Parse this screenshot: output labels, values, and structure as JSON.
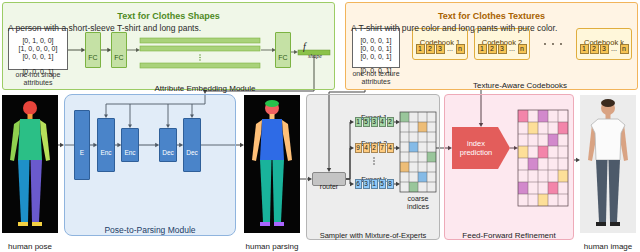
{
  "diagram": {
    "nodes": [
      {
        "text": [
          "Text for Clothes Shapes",
          "A person with a short-sleeve T-shirt and long pants."
        ]
      },
      {
        "text": [
          "[0, 1, 0, 0]",
          "[1, 0, 0, 0, 0]",
          "[0, 0, 0, 1]",
          "[0, 0, 0, 1]"
        ],
        "in": 0
      },
      {
        "text": [
          "FC"
        ],
        "in": 0
      },
      {
        "text": [
          "FC"
        ],
        "in": 0
      },
      {
        "text": [
          "FC"
        ],
        "in": 0
      },
      {
        "text": [
          "Text for Clothes Textures",
          "A T-shirt with pure color and long pants with pure color."
        ]
      },
      {
        "text": [
          "[0, 0, 0, 1]",
          "[0, 0, 0, 1]",
          "[0, 0, 0, 1]",
          "[0, 0, 0, 1]"
        ],
        "in": 5
      },
      {
        "text": [
          "Codebook 1",
          "1",
          "2",
          "3",
          "...",
          "n"
        ],
        "in": 5
      },
      {
        "text": [
          "Codebook 2",
          "1",
          "2",
          "3",
          "...",
          "n"
        ],
        "in": 5
      },
      {
        "text": [
          "Codebook k",
          "1",
          "2",
          "3",
          "...",
          "n"
        ],
        "in": 5
      },
      {
        "text": [
          "human pose"
        ]
      },
      {
        "text": [
          "Pose-to-Parsing Module"
        ]
      },
      {
        "text": [
          "E"
        ],
        "in": 11
      },
      {
        "text": [
          "Enc"
        ],
        "in": 11
      },
      {
        "text": [
          "Enc"
        ],
        "in": 11
      },
      {
        "text": [
          "Dec"
        ],
        "in": 11
      },
      {
        "text": [
          "Dec"
        ],
        "in": 11
      },
      {
        "text": [
          "human parsing"
        ]
      },
      {
        "text": [
          "Sampler with Mixture-of-Experts"
        ]
      },
      {
        "text": [
          "router"
        ],
        "in": 18
      },
      {
        "text": [
          "Expert 1",
          "1",
          "5",
          "3",
          "4",
          "2"
        ],
        "in": 18
      },
      {
        "text": [
          "Expert 2",
          "9",
          "4",
          "2",
          "7",
          "4"
        ],
        "in": 18
      },
      {
        "text": [
          "Expert k",
          "6",
          "3",
          "1",
          "5",
          "8"
        ],
        "in": 18
      },
      {
        "text": [
          "coarse indices"
        ],
        "in": 18
      },
      {
        "text": [
          "Feed-Forward Refinement"
        ]
      },
      {
        "text": [
          "index prediction"
        ],
        "in": 24
      },
      {
        "text": [
          "human image"
        ]
      }
    ],
    "edges": [
      {
        "from": 1,
        "to": 2,
        "arrow": "to"
      },
      {
        "from": 2,
        "to": 3,
        "arrow": "to"
      },
      {
        "from": 0,
        "to": 11,
        "arrow": "to"
      },
      {
        "from": 10,
        "to": 11,
        "arrow": "to"
      },
      {
        "from": 12,
        "to": 13,
        "arrow": "to"
      },
      {
        "from": 13,
        "to": 14,
        "arrow": "to"
      },
      {
        "from": 14,
        "to": 15,
        "arrow": "to"
      },
      {
        "from": 15,
        "to": 16,
        "arrow": "to"
      },
      {
        "from": 11,
        "to": 17,
        "arrow": "to"
      },
      {
        "from": 17,
        "to": 19,
        "arrow": "to"
      },
      {
        "from": 5,
        "to": 19,
        "arrow": "to"
      },
      {
        "from": 19,
        "to": 20,
        "arrow": "to"
      },
      {
        "from": 19,
        "to": 21,
        "arrow": "to"
      },
      {
        "from": 19,
        "to": 22,
        "arrow": "to"
      },
      {
        "from": 20,
        "to": 23,
        "arrow": "to"
      },
      {
        "from": 21,
        "to": 23,
        "arrow": "to"
      },
      {
        "from": 22,
        "to": 23,
        "arrow": "to"
      },
      {
        "from": 23,
        "to": 25,
        "arrow": "to"
      },
      {
        "from": 5,
        "to": 25,
        "arrow": "to"
      },
      {
        "from": 24,
        "to": 26,
        "arrow": "to"
      }
    ],
    "labels": [
      "one-hot shape attributes",
      "Attribute Embedding Module",
      "f",
      "shape",
      "one-hot texture attributes",
      "Texture-Aware Codebooks"
    ]
  }
}
